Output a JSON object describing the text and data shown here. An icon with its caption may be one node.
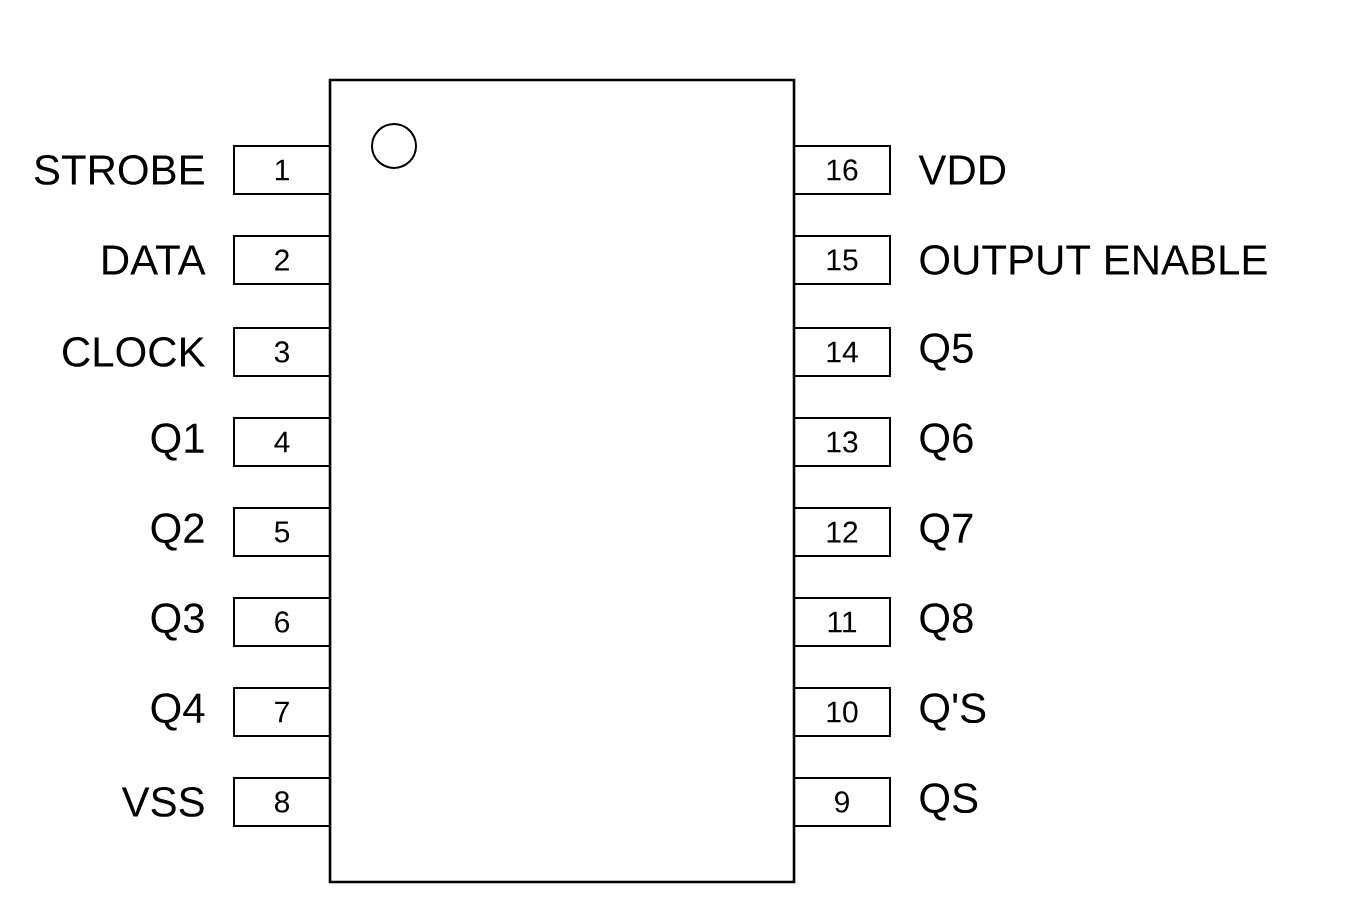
{
  "diagram": {
    "nodes": [
      {
        "text": [],
        "shape": "box"
      },
      {
        "text": [
          "1"
        ],
        "beside": [
          "STROBE"
        ]
      },
      {
        "text": [
          "2"
        ],
        "beside": [
          "DATA"
        ]
      },
      {
        "text": [
          "3"
        ],
        "beside": [
          "CLOCK"
        ]
      },
      {
        "text": [
          "4"
        ],
        "beside": [
          "Q1"
        ]
      },
      {
        "text": [
          "5"
        ],
        "beside": [
          "Q2"
        ]
      },
      {
        "text": [
          "6"
        ],
        "beside": [
          "Q3"
        ]
      },
      {
        "text": [
          "7"
        ],
        "beside": [
          "Q4"
        ]
      },
      {
        "text": [
          "8"
        ],
        "beside": [
          "VSS"
        ]
      },
      {
        "text": [
          "9"
        ],
        "beside": [
          "QS"
        ]
      },
      {
        "text": [
          "10"
        ],
        "beside": [
          "Q'S"
        ]
      },
      {
        "text": [
          "11"
        ],
        "beside": [
          "Q8"
        ]
      },
      {
        "text": [
          "12"
        ],
        "beside": [
          "Q7"
        ]
      },
      {
        "text": [
          "13"
        ],
        "beside": [
          "Q6"
        ]
      },
      {
        "text": [
          "14"
        ],
        "beside": [
          "Q5"
        ]
      },
      {
        "text": [
          "15"
        ],
        "beside": [
          "OUTPUT ENABLE"
        ]
      },
      {
        "text": [
          "16"
        ],
        "beside": [
          "VDD"
        ]
      }
    ]
  }
}
